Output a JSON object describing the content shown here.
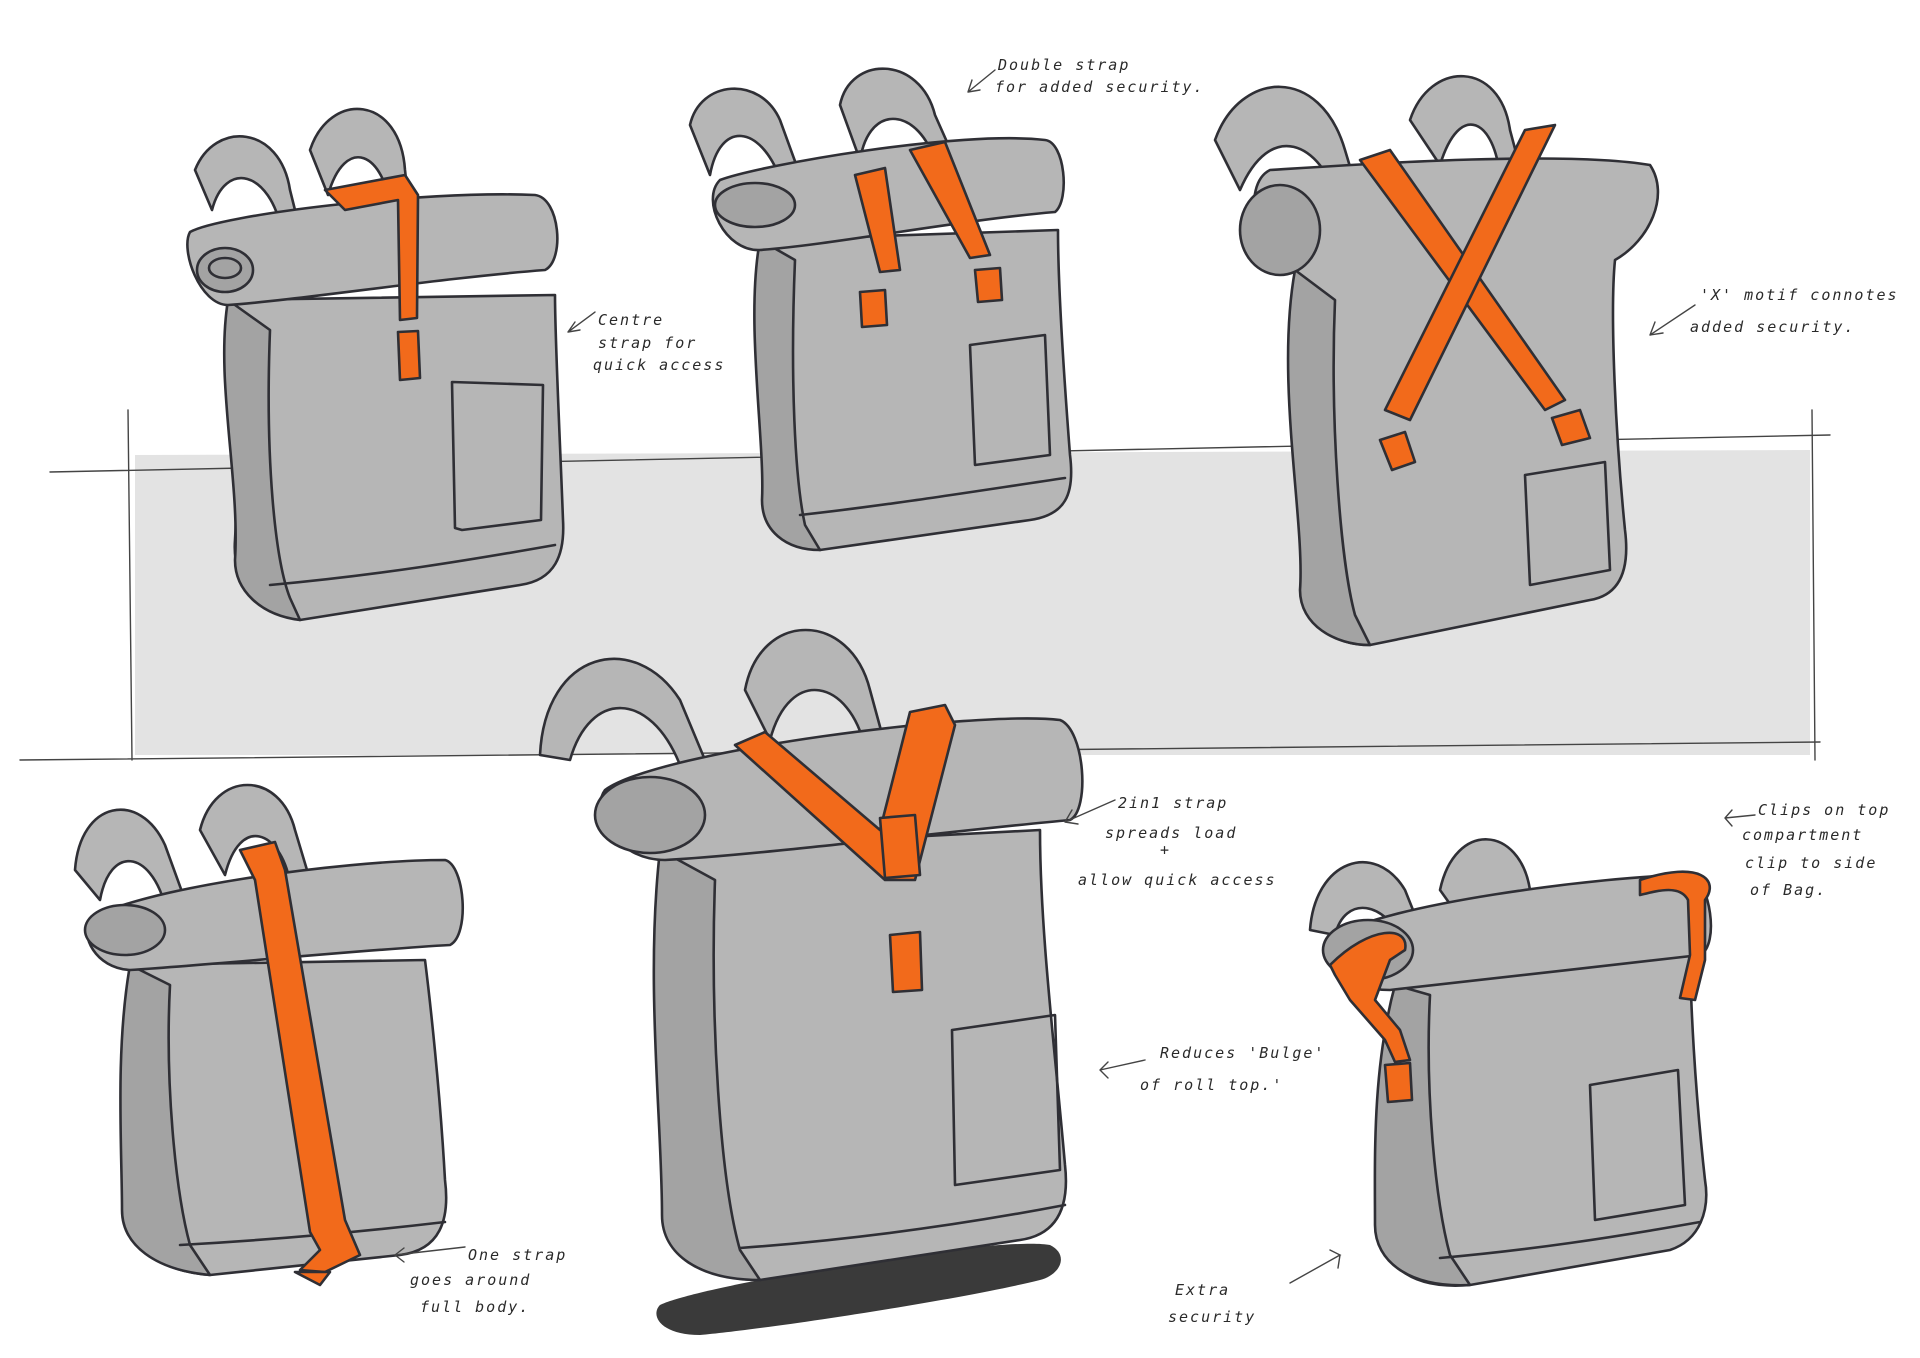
{
  "palette": {
    "bag_fill": "#b6b6b6",
    "bag_shade": "#a3a3a3",
    "strap": "#f26a1b",
    "backdrop": "#e3e3e3",
    "shadow": "#3a3a3a",
    "ink": "#2f2f35"
  },
  "annotations": {
    "centre_strap": [
      "Centre",
      "strap for",
      "quick access"
    ],
    "double_strap": [
      "Double strap",
      "for added security."
    ],
    "x_motif": [
      "'X' motif connotes",
      "added security."
    ],
    "two_in_one": [
      "2in1 strap",
      "spreads load",
      "+",
      "allow quick access"
    ],
    "reduces_bulge": [
      "Reduces 'Bulge'",
      "of roll top.'"
    ],
    "one_strap": [
      "One strap",
      "goes around",
      "full body."
    ],
    "clips_on_top": [
      "Clips on top",
      "compartment",
      "clip to side",
      "of Bag."
    ],
    "extra_security": [
      "Extra",
      "security"
    ]
  }
}
